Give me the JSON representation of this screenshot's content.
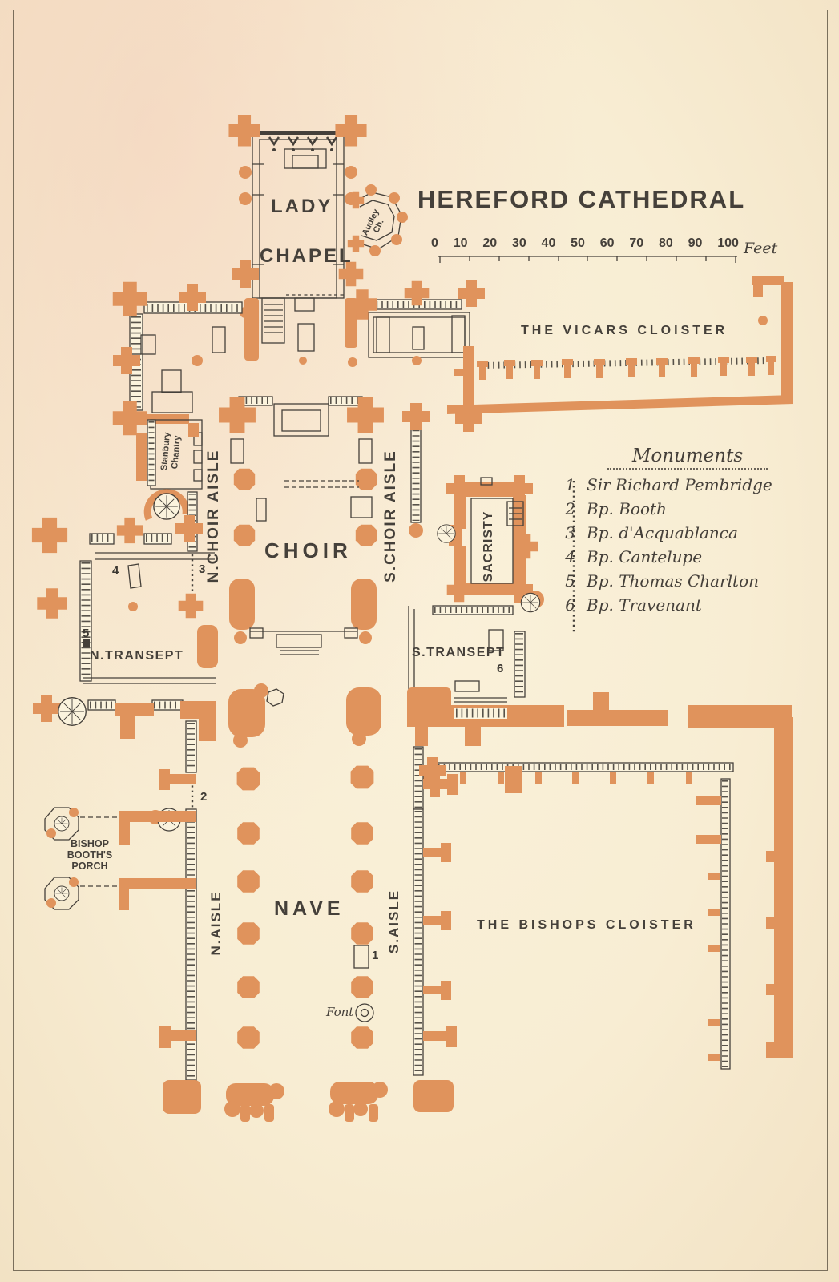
{
  "colors": {
    "paper": "#f8edd3",
    "orange": "#e0935c",
    "ink": "#45403a"
  },
  "header": {
    "title": "HEREFORD CATHEDRAL",
    "scale_numbers": [
      "0",
      "10",
      "20",
      "30",
      "40",
      "50",
      "60",
      "70",
      "80",
      "90",
      "100"
    ],
    "scale_unit": "Feet"
  },
  "monuments": {
    "title": "Monuments",
    "items": [
      {
        "num": "1",
        "name": "Sir Richard Pembridge"
      },
      {
        "num": "2",
        "name": "Bp. Booth"
      },
      {
        "num": "3",
        "name": "Bp. d'Acquablanca"
      },
      {
        "num": "4",
        "name": "Bp. Cantelupe"
      },
      {
        "num": "5",
        "name": "Bp. Thomas Charlton"
      },
      {
        "num": "6",
        "name": "Bp. Travenant"
      }
    ]
  },
  "labels": {
    "lady_chapel_line1": "LADY",
    "lady_chapel_line2": "CHAPEL",
    "audley_line1": "Audley",
    "audley_line2": "Ch.",
    "vicars_cloister": "THE VICARS CLOISTER",
    "stanbury_line1": "Stanbury",
    "stanbury_line2": "Chantry",
    "n_choir_aisle": "N.CHOIR AISLE",
    "choir": "CHOIR",
    "s_choir_aisle": "S.CHOIR AISLE",
    "sacristy": "SACRISTY",
    "n_transept": "N.TRANSEPT",
    "s_transept": "S.TRANSEPT",
    "porch_line1": "BISHOP",
    "porch_line2": "BOOTH'S",
    "porch_line3": "PORCH",
    "nave": "NAVE",
    "n_aisle": "N.AISLE",
    "s_aisle": "S.AISLE",
    "bishops_cloister": "THE BISHOPS CLOISTER",
    "font_label": "Font"
  },
  "markers": {
    "m1": "1",
    "m2": "2",
    "m3": "3",
    "m4": "4",
    "m5": "5",
    "m6": "6"
  }
}
